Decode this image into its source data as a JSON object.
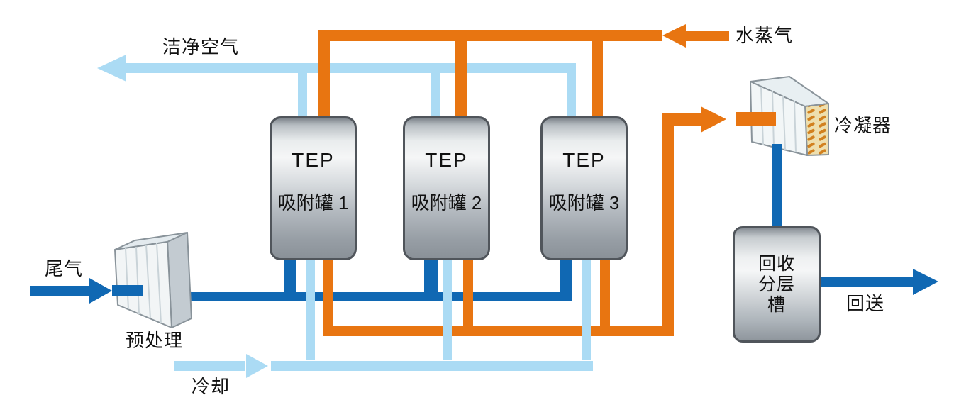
{
  "labels": {
    "clean_air": "洁净空气",
    "steam": "水蒸气",
    "condenser": "冷凝器",
    "tail_gas": "尾气",
    "pretreatment": "预处理",
    "cooling": "冷却",
    "return_flow": "回送",
    "recovery_tank": {
      "line1": "回收",
      "line2": "分层",
      "line3": "槽"
    }
  },
  "tanks": [
    {
      "top_label": "TEP",
      "bottom_label": "吸附罐 1"
    },
    {
      "top_label": "TEP",
      "bottom_label": "吸附罐 2"
    },
    {
      "top_label": "TEP",
      "bottom_label": "吸附罐 3"
    }
  ],
  "colors": {
    "dark_blue": "#1068b3",
    "light_blue": "#abdbf4",
    "orange": "#e87511",
    "tank_border": "#50555b",
    "text": "#111111"
  }
}
